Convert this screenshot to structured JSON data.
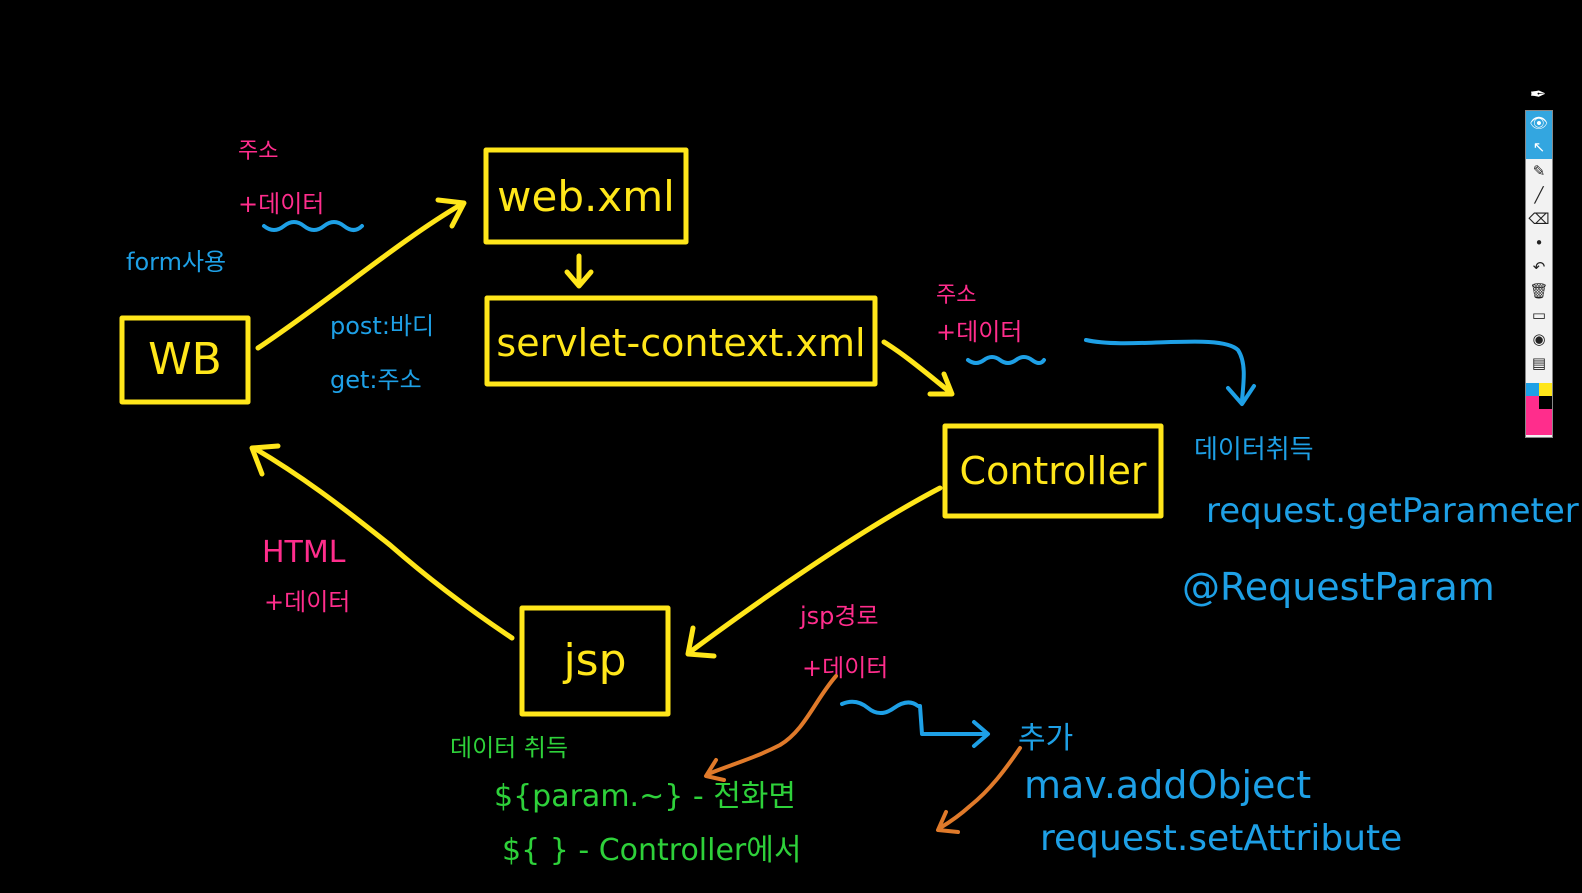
{
  "diagram": {
    "nodes": {
      "wb": "WB",
      "web_xml": "web.xml",
      "servlet_context": "servlet-context.xml",
      "controller": "Controller",
      "jsp": "jsp"
    },
    "notes": {
      "addr_top": "주소",
      "plus_data_top": "+데이터",
      "form_use": "form사용",
      "post_body": "post:바디",
      "get_addr": "get:주소",
      "addr_right": "주소",
      "plus_data_right": "+데이터",
      "data_acquire_right": "데이터취득",
      "request_getparameter": "request.getParameter",
      "request_param": "@RequestParam",
      "html": "HTML",
      "plus_data_left": "+데이터",
      "jsp_path": "jsp경로",
      "plus_data_bottom": "+데이터",
      "add": "추가",
      "mav_addobject": "mav.addObject",
      "request_setattribute": "request.setAttribute",
      "data_acquire_bottom": "데이터 취득",
      "el_param": "${param.~} - 전화면",
      "el_controller": "${      } - Controller에서"
    },
    "colors": {
      "node": "#ffe61a",
      "pink_note": "#ff2d8c",
      "blue_note": "#1ea0e6",
      "green_note": "#2ed13a",
      "orange_arrow": "#e07a2a",
      "background": "#000000"
    }
  },
  "toolbar": {
    "tools": [
      "pen-icon",
      "eye-icon",
      "pointer-icon",
      "highlighter-icon",
      "line-icon",
      "eraser-icon",
      "dot-icon",
      "undo-icon",
      "trash-icon",
      "screen-icon",
      "camera-icon",
      "clipboard-icon"
    ]
  }
}
